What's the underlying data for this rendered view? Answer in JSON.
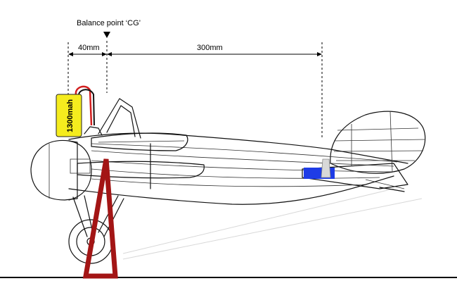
{
  "cg": {
    "label": "Balance point ‘CG’"
  },
  "dimensions": {
    "front_label": "40mm",
    "rear_label": "300mm"
  },
  "battery": {
    "label": "1300mah",
    "color": "#f5ec1e"
  },
  "colors": {
    "stand": "#a31515",
    "servo": "#1e3ce6",
    "battery_wire": "#d21e1e"
  }
}
